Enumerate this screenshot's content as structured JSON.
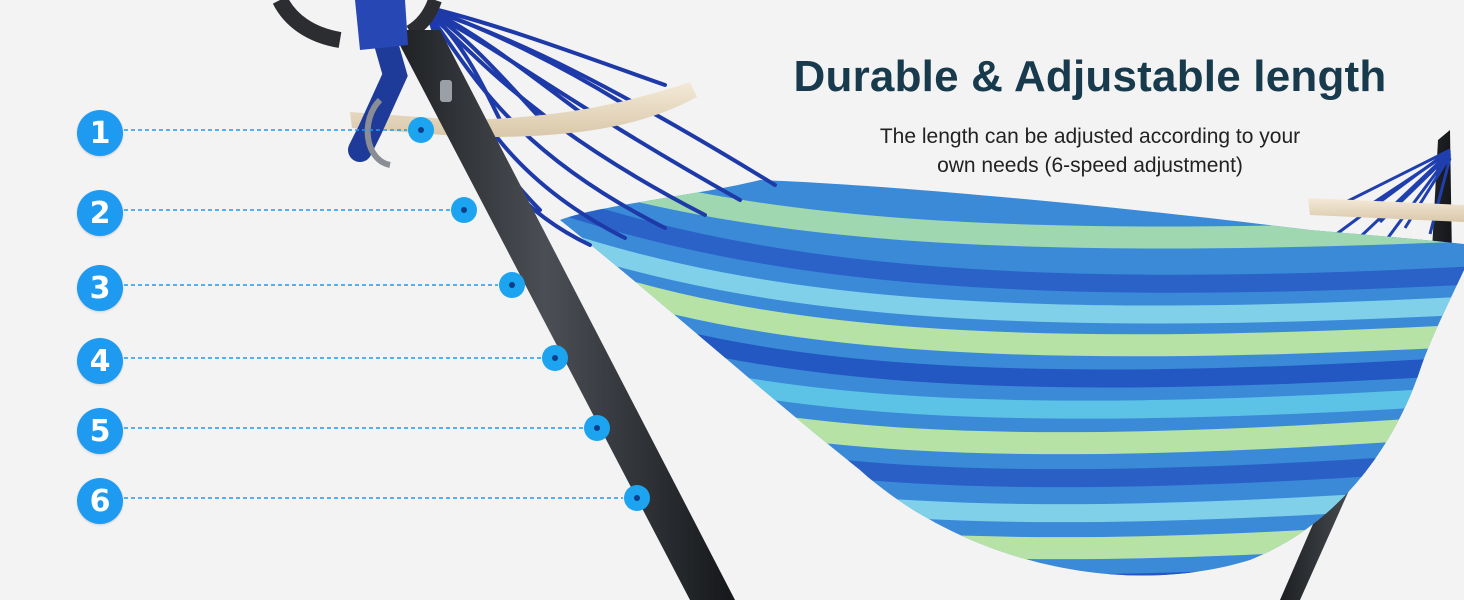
{
  "headline": "Durable & Adjustable length",
  "subtext_line1": "The length can be adjusted according to your",
  "subtext_line2": "own needs (6-speed adjustment)",
  "accent_color": "#1e9bf0",
  "title_color": "#173a4c",
  "adjustment_points": [
    {
      "label": "1"
    },
    {
      "label": "2"
    },
    {
      "label": "3"
    },
    {
      "label": "4"
    },
    {
      "label": "5"
    },
    {
      "label": "6"
    }
  ]
}
